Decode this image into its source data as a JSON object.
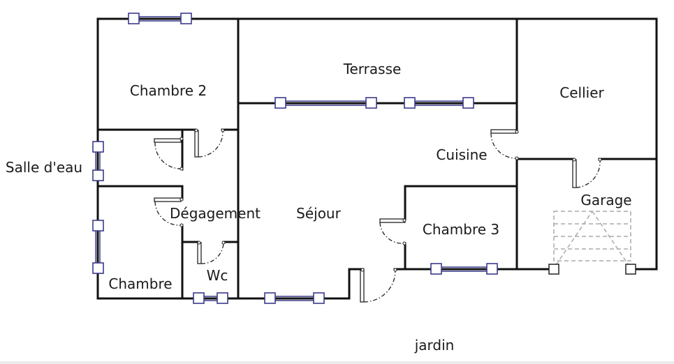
{
  "rooms": {
    "chambre2": "Chambre 2",
    "terrasse": "Terrasse",
    "cellier": "Cellier",
    "salle_deau": "Salle d'eau",
    "cuisine": "Cuisine",
    "degagement": "Dégagement",
    "sejour": "Séjour",
    "chambre3": "Chambre 3",
    "garage": "Garage",
    "chambre": "Chambre",
    "wc": "Wc",
    "jardin": "jardin"
  },
  "colors": {
    "walls": "#111111",
    "windows": "#3a3a8c",
    "stairs": "#aaaaaa",
    "text": "#1a1a1a",
    "background": "#ffffff"
  }
}
